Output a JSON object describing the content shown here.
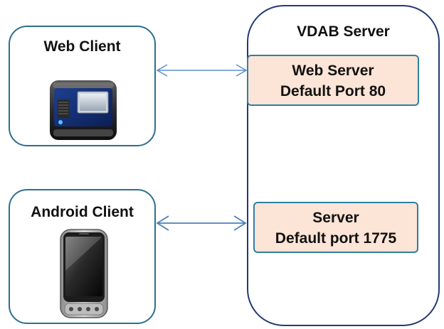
{
  "diagram": {
    "web_client": {
      "title": "Web Client",
      "icon": "web-client-device-icon"
    },
    "android_client": {
      "title": "Android Client",
      "icon": "android-phone-icon"
    },
    "server": {
      "title": "VDAB Server",
      "web_server": {
        "line1": "Web Server",
        "line2": "Default Port 80"
      },
      "server_service": {
        "line1": "Server",
        "line2": "Default port 1775"
      }
    },
    "colors": {
      "client_border": "#2e6e8f",
      "server_border": "#243a74",
      "service_fill": "#fce4d6",
      "service_border": "#2e7fa3",
      "arrow": "#5b8fc9"
    }
  }
}
